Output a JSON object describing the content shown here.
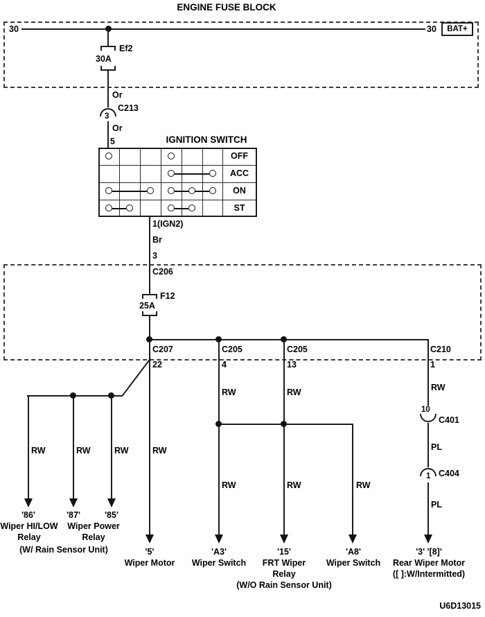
{
  "header": {
    "title": "ENGINE FUSE BLOCK"
  },
  "fuse_block": {
    "pin_left": "30",
    "pin_right": "30",
    "battery": "BAT+",
    "fuse_name": "Ef2",
    "fuse_rating": "30A"
  },
  "wire_colors": {
    "or": "Or",
    "br": "Br",
    "rw": "RW",
    "pl": "PL"
  },
  "c213": {
    "pin": "3",
    "name": "C213"
  },
  "ignition_switch": {
    "title": "IGNITION SWITCH",
    "input_pin": "5",
    "output_pin": "1(IGN2)",
    "positions": [
      "OFF",
      "ACC",
      "ON",
      "ST"
    ]
  },
  "c206": {
    "pin": "3",
    "name": "C206"
  },
  "f12": {
    "name": "F12",
    "rating": "25A"
  },
  "bus_connectors": [
    {
      "name": "C207",
      "pin": "22"
    },
    {
      "name": "C205",
      "pin": "4"
    },
    {
      "name": "C205",
      "pin": "13"
    },
    {
      "name": "C210",
      "pin": "1"
    }
  ],
  "c401": {
    "pin": "10",
    "name": "C401"
  },
  "c404": {
    "pin": "1",
    "name": "C404"
  },
  "destinations": {
    "relay_86": {
      "pin": "'86'",
      "line1": "Wiper HI/LOW",
      "line2": "Relay"
    },
    "relay_87": {
      "pin": "'87'",
      "line1": "Wiper Power",
      "line2": "Relay"
    },
    "relay_85": {
      "pin": "'85'"
    },
    "rain_note": "(W/ Rain Sensor Unit)",
    "wiper_motor": {
      "pin": "'5'",
      "line1": "Wiper Motor"
    },
    "wiper_switch_a3": {
      "pin": "'A3'",
      "line1": "Wiper Switch"
    },
    "frt_wiper_relay": {
      "pin": "'15'",
      "line1": "FRT Wiper",
      "line2": "Relay",
      "note": "(W/O Rain Sensor Unit)"
    },
    "wiper_switch_a8": {
      "pin": "'A8'",
      "line1": "Wiper Switch"
    },
    "rear_wiper_motor": {
      "pin": "'3' '[8]'",
      "line1": "Rear Wiper Motor",
      "line2": "([ ]:W/Intermitted)"
    }
  },
  "footer": {
    "code": "U6D13015"
  }
}
